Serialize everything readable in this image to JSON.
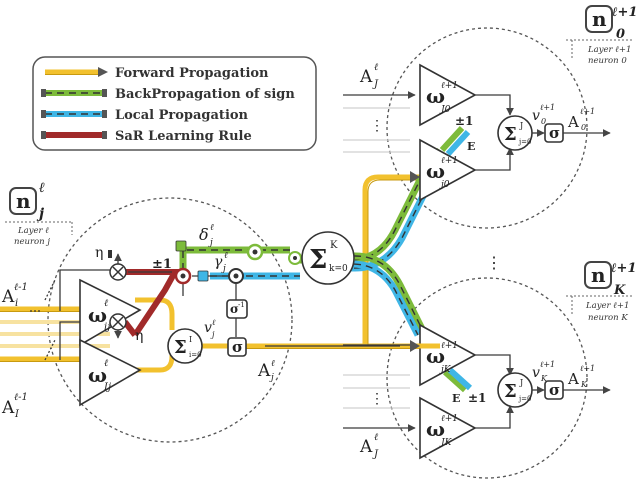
{
  "legend": {
    "forward": "Forward Propagation",
    "backprop": "BackPropagation of sign",
    "local": "Local Propagation",
    "sar": "SaR Learning Rule"
  },
  "neuron_j": {
    "badge": "n",
    "sub": "j",
    "sup": "ℓ",
    "caption_line1": "Layer ℓ",
    "caption_line2": "neuron j",
    "weight_top": "ω",
    "weight_top_sup": "ℓ",
    "weight_top_sub": "ij",
    "weight_bot": "ω",
    "weight_bot_sup": "ℓ",
    "weight_bot_sub": "Ij",
    "sum": "Σ",
    "sum_sup": "I",
    "sum_sub": "i=0",
    "v": "v",
    "v_sup": "ℓ",
    "v_sub": "j",
    "sigma": "σ",
    "sigma_inv": "σ",
    "sigma_inv_sup": "-1",
    "out": "A",
    "out_sup": "ℓ",
    "out_sub": "j",
    "eta_top": "η",
    "eta_bot": "η",
    "pm": "±1",
    "delta": "δ",
    "delta_sup": "ℓ",
    "delta_sub": "j",
    "gamma": "γ",
    "gamma_sup": "ℓ",
    "gamma_sub": "j"
  },
  "inputs": {
    "a_i": "A",
    "a_i_sup": "ℓ-1",
    "a_i_sub": "i",
    "a_I": "A",
    "a_I_sup": "ℓ-1",
    "a_I_sub": "I"
  },
  "mid_sum": {
    "sym": "Σ",
    "sup": "K",
    "sub": "k=0"
  },
  "neuron_0": {
    "badge": "n",
    "sub": "0",
    "sup": "ℓ+1",
    "caption_line1": "Layer ℓ+1",
    "caption_line2": "neuron 0",
    "input": "A",
    "input_sup": "ℓ",
    "input_sub": "J",
    "w1": "ω",
    "w1_sup": "ℓ+1",
    "w1_sub": "J0",
    "w2": "ω",
    "w2_sup": "ℓ+1",
    "w2_sub": "j0",
    "pm": "±1",
    "e": "E",
    "sum": "Σ",
    "sum_sup": "J",
    "sum_sub": "j=0",
    "v": "v",
    "v_sup": "ℓ+1",
    "v_sub": "0",
    "sigma": "σ",
    "out": "A",
    "out_sup": "ℓ+1",
    "out_sub": "0",
    "dots": "⋮"
  },
  "neuron_K": {
    "badge": "n",
    "sub": "K",
    "sup": "ℓ+1",
    "caption_line1": "Layer ℓ+1",
    "caption_line2": "neuron K",
    "input": "A",
    "input_sup": "ℓ",
    "input_sub": "J",
    "w1": "ω",
    "w1_sup": "ℓ+1",
    "w1_sub": "jK",
    "w2": "ω",
    "w2_sup": "ℓ+1",
    "w2_sub": "JK",
    "pm": "±1",
    "e": "E",
    "sum": "Σ",
    "sum_sup": "J",
    "sum_sub": "j=0",
    "v": "v",
    "v_sup": "ℓ+1",
    "v_sub": "K",
    "sigma": "σ",
    "out": "A",
    "out_sup": "ℓ+1",
    "out_sub": "K",
    "dots": "⋮"
  },
  "between_dots": "⋮",
  "colors": {
    "forward": "#f2c12e",
    "backprop": "#7dbb3b",
    "local": "#3fb6e6",
    "sar": "#a12a2a",
    "dark": "#3a3a3a"
  }
}
